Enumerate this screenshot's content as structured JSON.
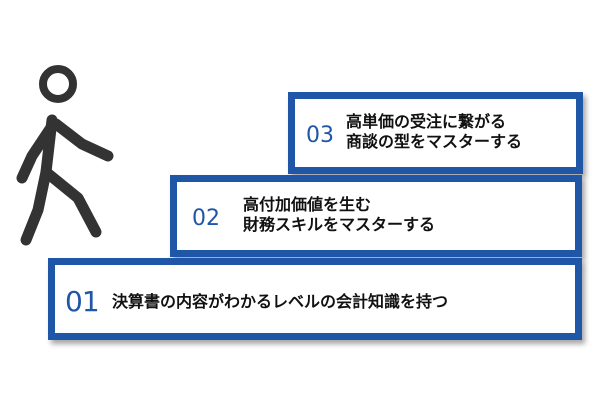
{
  "figure": {
    "icon": "walking-person-icon",
    "accent_color": "#1f56a8",
    "steps": [
      {
        "number": "01",
        "lines": [
          "決算書の内容がわかるレベルの会計知識を持つ"
        ]
      },
      {
        "number": "02",
        "lines": [
          "高付加価値を生む",
          "財務スキルをマスターする"
        ]
      },
      {
        "number": "03",
        "lines": [
          "高単価の受注に繋がる",
          "商談の型をマスターする"
        ]
      }
    ]
  }
}
